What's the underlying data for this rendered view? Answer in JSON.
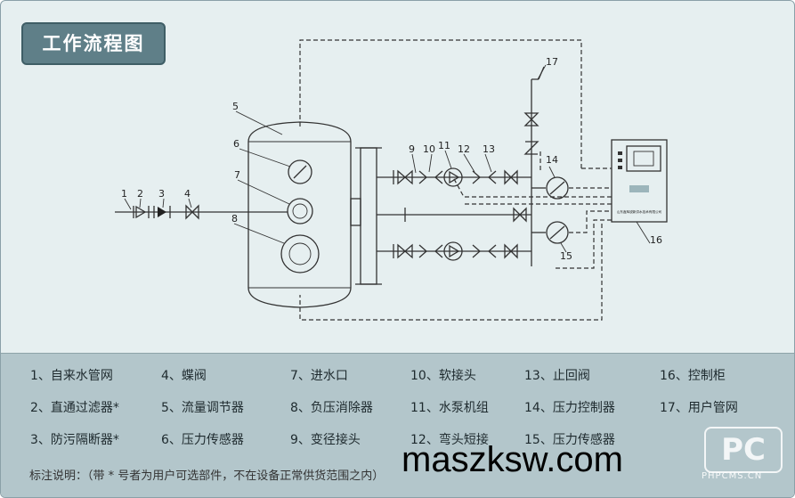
{
  "title": "工作流程图",
  "diagram": {
    "callouts": [
      "1",
      "2",
      "3",
      "4",
      "5",
      "6",
      "7",
      "8",
      "9",
      "10",
      "11",
      "12",
      "13",
      "14",
      "15",
      "16",
      "17"
    ],
    "cabinet_text": "山东鑫辉锐新供水技术有限公司"
  },
  "legend": [
    {
      "num": "1",
      "text": "自来水管网"
    },
    {
      "num": "2",
      "text": "直通过滤器*"
    },
    {
      "num": "3",
      "text": "防污隔断器*"
    },
    {
      "num": "4",
      "text": "蝶阀"
    },
    {
      "num": "5",
      "text": "流量调节器"
    },
    {
      "num": "6",
      "text": "压力传感器"
    },
    {
      "num": "7",
      "text": "进水口"
    },
    {
      "num": "8",
      "text": "负压消除器"
    },
    {
      "num": "9",
      "text": "变径接头"
    },
    {
      "num": "10",
      "text": "软接头"
    },
    {
      "num": "11",
      "text": "水泵机组"
    },
    {
      "num": "12",
      "text": "弯头短接"
    },
    {
      "num": "13",
      "text": "止回阀"
    },
    {
      "num": "14",
      "text": "压力控制器"
    },
    {
      "num": "15",
      "text": "压力传感器"
    },
    {
      "num": "16",
      "text": "控制柜"
    },
    {
      "num": "17",
      "text": "用户管网"
    }
  ],
  "legend_sep": "、",
  "note": "标注说明：（带 * 号者为用户可选部件，不在设备正常供货范围之内）",
  "watermark": "maszksw.com",
  "logo": {
    "mark": "PC",
    "sub": "PHPCMS.CN"
  }
}
